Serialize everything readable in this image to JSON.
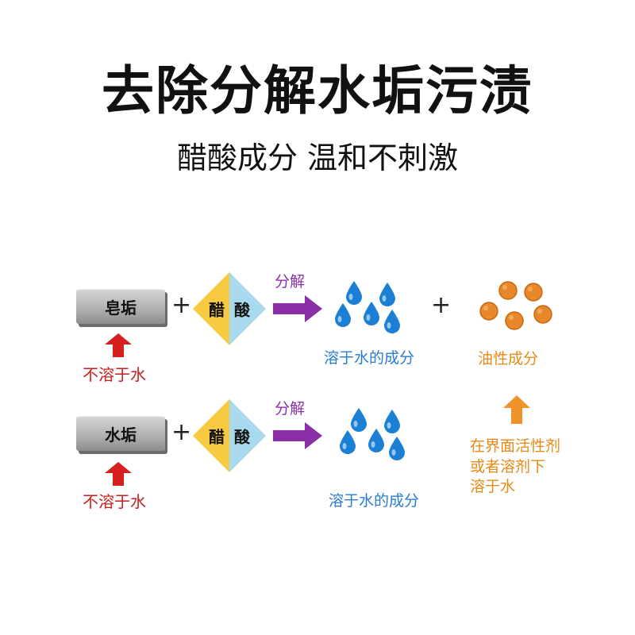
{
  "title": "去除分解水垢污渍",
  "subtitle": "醋酸成分 温和不刺激",
  "colors": {
    "red_arrow": "#d62020",
    "purple_arrow": "#8a2fa6",
    "orange_arrow": "#f0922a",
    "drop_blue": "#1b7fd6",
    "orange_ball": "#e8872a",
    "diamond_yellow": "#f7c93f",
    "diamond_blue": "#a9d9ec"
  },
  "row1": {
    "substance": "皂垢",
    "plus1": "+",
    "acid_left": "醋",
    "acid_right": "酸",
    "arrow_label": "分解",
    "plus2": "+",
    "insoluble": "不溶于水",
    "water_soluble": "溶于水的成分",
    "oily": "油性成分"
  },
  "row2": {
    "substance": "水垢",
    "plus1": "+",
    "acid_left": "醋",
    "acid_right": "酸",
    "arrow_label": "分解",
    "insoluble": "不溶于水",
    "water_soluble": "溶于水的成分"
  },
  "oily_note": {
    "line1": "在界面活性剂",
    "line2": "或者溶剂下",
    "line3": "溶于水"
  }
}
